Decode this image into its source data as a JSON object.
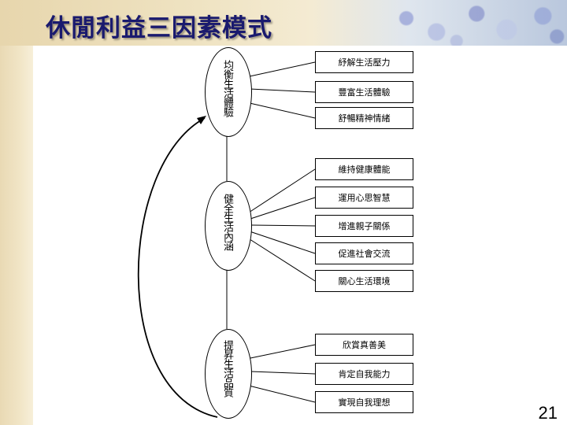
{
  "title": "休閒利益三因素模式",
  "nodes": [
    {
      "label": "均衡生活體驗",
      "items": [
        "紓解生活壓力",
        "豐富生活體驗",
        "舒暢精神情緒"
      ]
    },
    {
      "label": "健全生活內涵",
      "items": [
        "維持健康體能",
        "運用心思智慧",
        "增進親子關係",
        "促進社會交流",
        "關心生活環境"
      ]
    },
    {
      "label": "提昇生活品質",
      "items": [
        "欣賞真善美",
        "肯定自我能力",
        "實現自我理想"
      ]
    }
  ],
  "page_number": "21"
}
